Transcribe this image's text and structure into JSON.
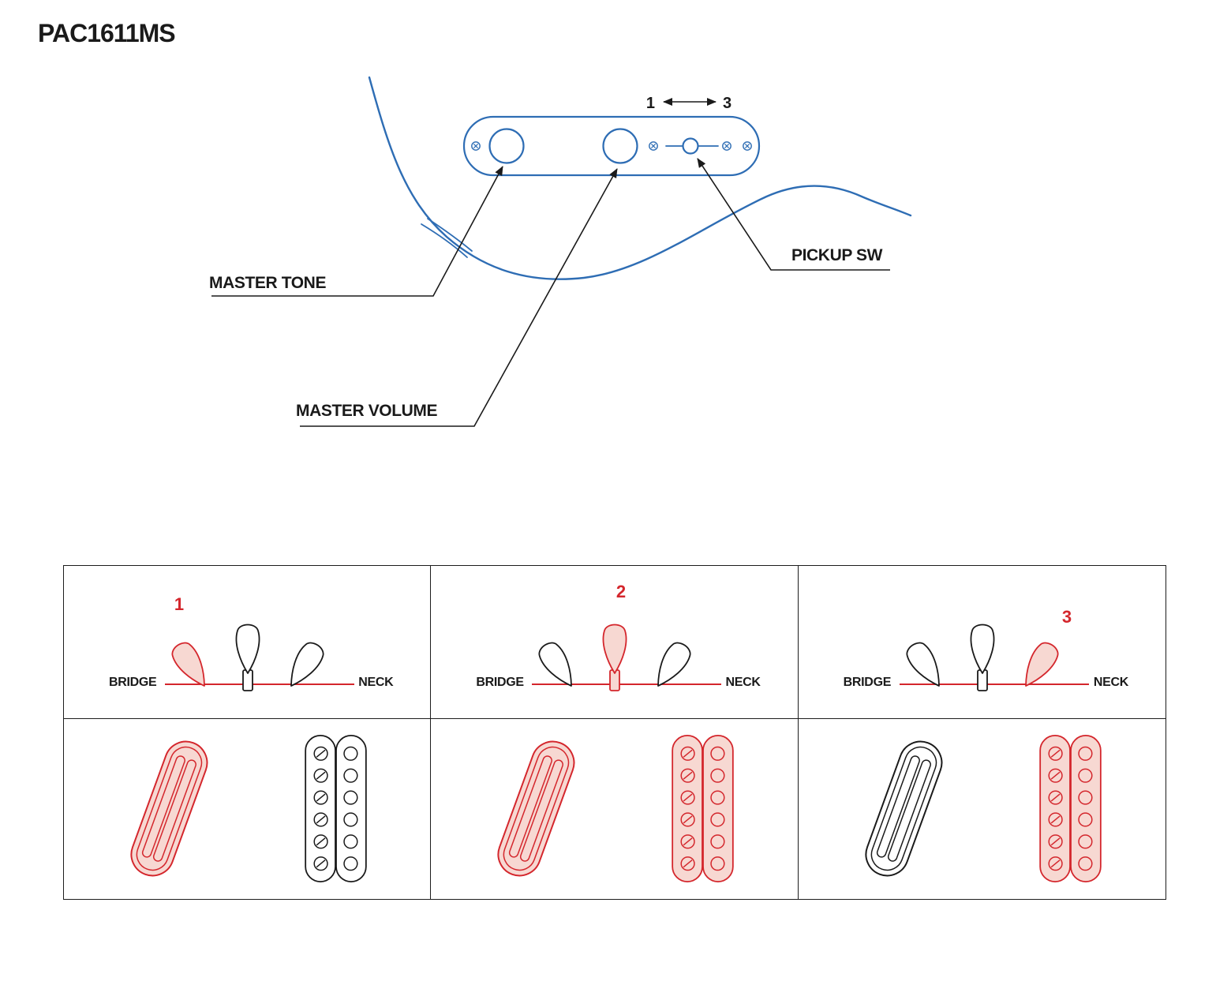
{
  "title": "PAC1611MS",
  "colors": {
    "blue": "#2e6db4",
    "red": "#d4262c",
    "pink": "#f7d8d2",
    "ink": "#1a1a1a"
  },
  "controls": {
    "master_tone_label": "MASTER TONE",
    "master_volume_label": "MASTER VOLUME",
    "pickup_switch_label": "PICKUP SW",
    "switch_range_start": "1",
    "switch_range_end": "3"
  },
  "positions": [
    {
      "number": "1",
      "bridge_label": "BRIDGE",
      "neck_label": "NECK",
      "selected_lever": "bridge",
      "bridge_pickup_active": true,
      "neck_pickup_active": false
    },
    {
      "number": "2",
      "bridge_label": "BRIDGE",
      "neck_label": "NECK",
      "selected_lever": "middle",
      "bridge_pickup_active": true,
      "neck_pickup_active": true
    },
    {
      "number": "3",
      "bridge_label": "BRIDGE",
      "neck_label": "NECK",
      "selected_lever": "neck",
      "bridge_pickup_active": false,
      "neck_pickup_active": true
    }
  ]
}
